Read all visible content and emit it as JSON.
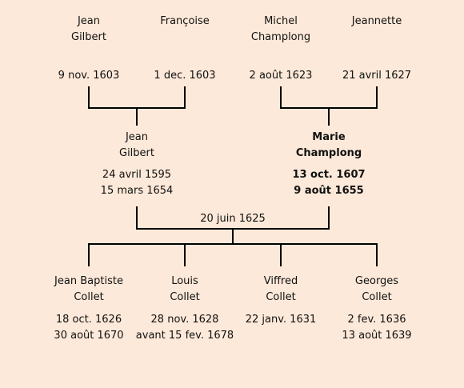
{
  "colors": {
    "background": "#fde9d9",
    "lines": "#000000",
    "text": "#111111"
  },
  "grandparents": [
    {
      "first": "Jean",
      "last": "Gilbert",
      "date": "9 nov. 1603"
    },
    {
      "first": "Françoise",
      "last": "",
      "date": "1 dec. 1603"
    },
    {
      "first": "Michel",
      "last": "Champlong",
      "date": "2 août 1623"
    },
    {
      "first": "Jeannette",
      "last": "",
      "date": "21 avril 1627"
    }
  ],
  "parents": [
    {
      "first": "Jean",
      "last": "Gilbert",
      "born": "24 avril 1595",
      "died": "15 mars 1654"
    },
    {
      "first": "Marie",
      "last": "Champlong",
      "born": "13 oct. 1607",
      "died": "9 août 1655"
    }
  ],
  "marriage": {
    "date": "20 juin 1625"
  },
  "children": [
    {
      "first": "Jean Baptiste",
      "last": "Collet",
      "born": "18 oct. 1626",
      "died": "30 août 1670"
    },
    {
      "first": "Louis",
      "last": "Collet",
      "born": "28 nov. 1628",
      "died": "avant 15 fev. 1678"
    },
    {
      "first": "Viffred",
      "last": "Collet",
      "born": "22 janv. 1631",
      "died": ""
    },
    {
      "first": "Georges",
      "last": "Collet",
      "born": "2 fev. 1636",
      "died": "13 août 1639"
    }
  ]
}
